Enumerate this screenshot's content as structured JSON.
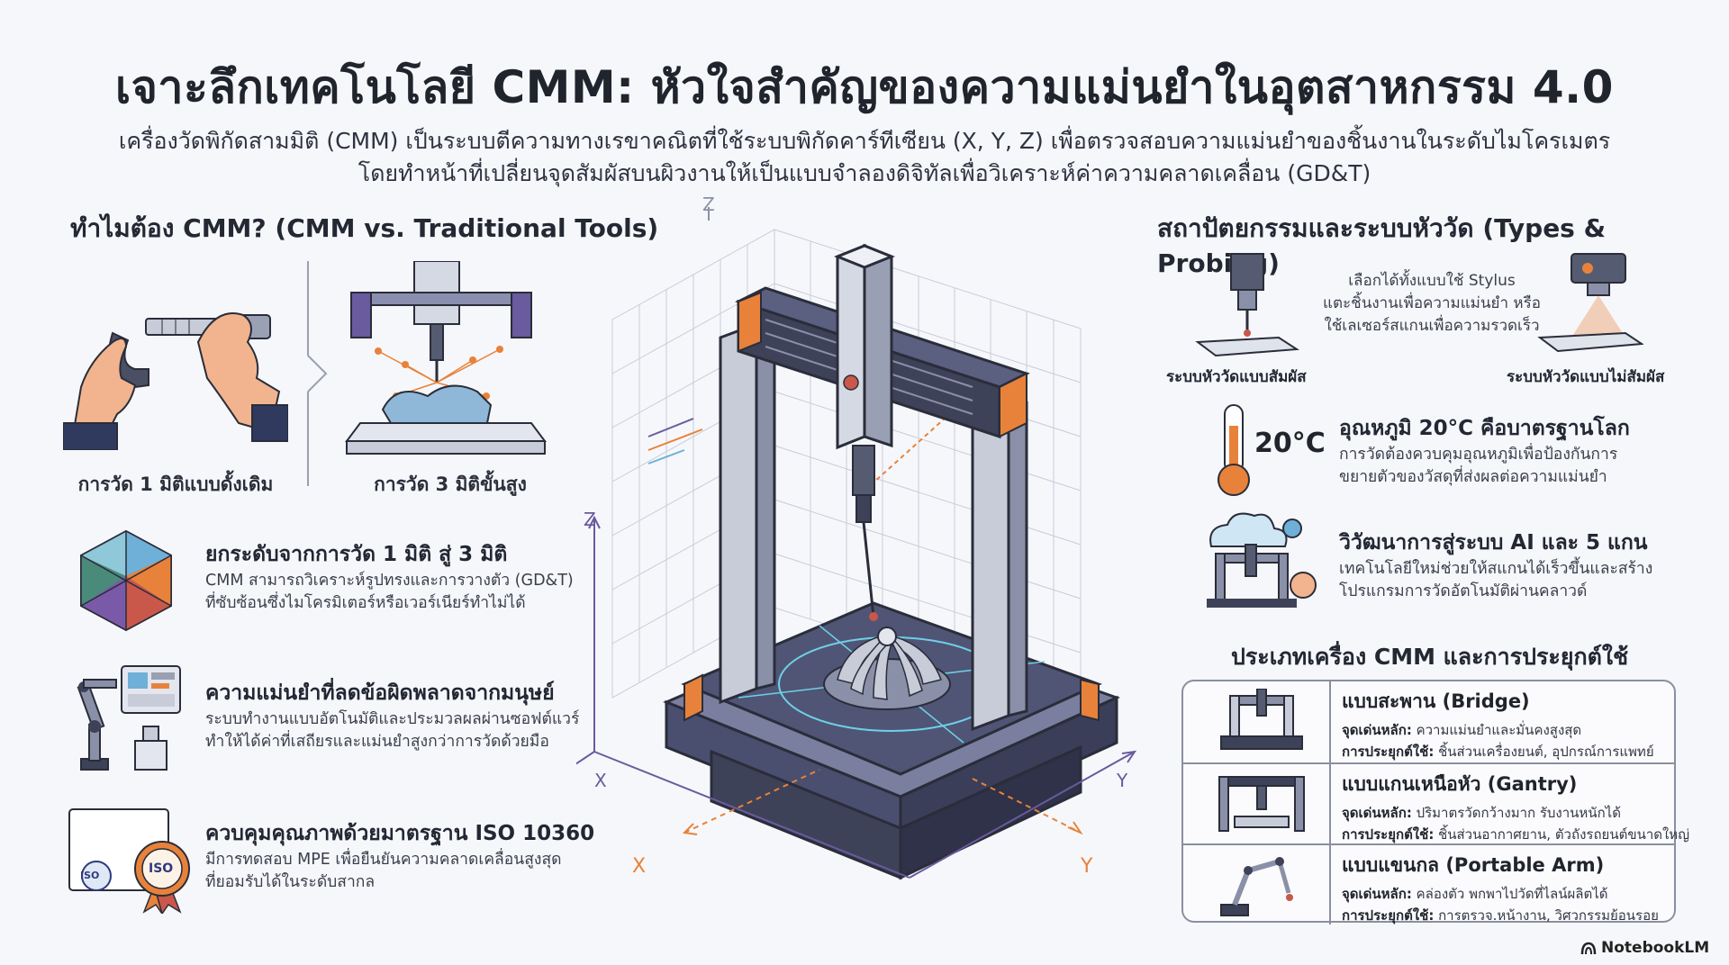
{
  "header": {
    "title": "เจาะลึกเทคโนโลยี CMM: หัวใจสำคัญของความแม่นยำในอุตสาหกรรม 4.0",
    "subtitle_line1": "เครื่องวัดพิกัดสามมิติ (CMM) เป็นระบบตีความทางเรขาคณิตที่ใช้ระบบพิกัดคาร์ทีเซียน (X, Y, Z) เพื่อตรวจสอบความแม่นยำของชิ้นงานในระดับไมโครเมตร",
    "subtitle_line2": "โดยทำหน้าที่เปลี่ยนจุดสัมผัสบนผิวงานให้เป็นแบบจำลองดิจิทัลเพื่อวิเคราะห์ค่าความคลาดเคลื่อน (GD&T)"
  },
  "left": {
    "heading": "ทำไมต้อง CMM? (CMM vs. Traditional Tools)",
    "compare": {
      "traditional_caption": "การวัด 1 มิติแบบดั้งเดิม",
      "advanced_caption": "การวัด 3 มิติขั้นสูง"
    },
    "items": [
      {
        "title": "ยกระดับจากการวัด 1 มิติ สู่ 3 มิติ",
        "desc1": "CMM สามารถวิเคราะห์รูปทรงและการวางตัว (GD&T)",
        "desc2": "ที่ซับซ้อนซึ่งไมโครมิเตอร์หรือเวอร์เนียร์ทำไม่ได้",
        "icon": "polyhedron-icon"
      },
      {
        "title": "ความแม่นยำที่ลดข้อผิดพลาดจากมนุษย์",
        "desc1": "ระบบทำงานแบบอัตโนมัติและประมวลผลผ่านซอฟต์แวร์",
        "desc2": "ทำให้ได้ค่าที่เสถียรและแม่นยำสูงกว่าการวัดด้วยมือ",
        "icon": "robot-arm-icon"
      },
      {
        "title": "ควบคุมคุณภาพด้วยมาตรฐาน ISO 10360",
        "desc1": "มีการทดสอบ MPE เพื่อยืนยันความคลาดเคลื่อนสูงสุด",
        "desc2": "ที่ยอมรับได้ในระดับสากล",
        "icon": "iso-badge-icon",
        "badge_text": "ISO"
      }
    ]
  },
  "center": {
    "axes": {
      "x": "X",
      "y": "Y",
      "z": "Z"
    }
  },
  "right": {
    "heading": "สถาปัตยกรรมและระบบหัววัด (Types & Probing)",
    "probing": {
      "note1": "เลือกได้ทั้งแบบใช้ Stylus",
      "note2": "แตะชิ้นงานเพื่อความแม่นยำ หรือ",
      "note3": "ใช้เลเซอร์สแกนเพื่อความรวดเร็ว",
      "contact_caption": "ระบบหัววัดแบบสัมผัส",
      "noncontact_caption": "ระบบหัววัดแบบไม่สัมผัส"
    },
    "temperature": {
      "value": "20°C",
      "title": "อุณหภูมิ 20°C คือบาตรฐานโลก",
      "desc1": "การวัดต้องควบคุมอุณหภูมิเพื่อป้องกันการ",
      "desc2": "ขยายตัวของวัสดุที่ส่งผลต่อความแม่นยำ"
    },
    "ai": {
      "title": "วิวัฒนาการสู่ระบบ AI และ 5 แกน",
      "desc1": "เทคโนโลยีใหม่ช่วยให้สแกนได้เร็วขึ้นและสร้าง",
      "desc2": "โปรแกรมการวัดอัตโนมัติผ่านคลาวด์"
    },
    "types_heading": "ประเภทเครื่อง CMM และการประยุกต์ใช้",
    "types": [
      {
        "name": "แบบสะพาน (Bridge)",
        "strength_label": "จุดเด่นหลัก:",
        "strength": "ความแม่นยำและมั่นคงสูงสุด",
        "use_label": "การประยุกต์ใช้:",
        "use": "ชิ้นส่วนเครื่องยนต์, อุปกรณ์การแพทย์"
      },
      {
        "name": "แบบแกนเหนือหัว (Gantry)",
        "strength_label": "จุดเด่นหลัก:",
        "strength": "ปริมาตรวัดกว้างมาก รับงานหนักได้",
        "use_label": "การประยุกต์ใช้:",
        "use": "ชิ้นส่วนอากาศยาน, ตัวถังรถยนต์ขนาดใหญ่"
      },
      {
        "name": "แบบแขนกล (Portable Arm)",
        "strength_label": "จุดเด่นหลัก:",
        "strength": "คล่องตัว พกพาไปวัดที่ไลน์ผลิตได้",
        "use_label": "การประยุกต์ใช้:",
        "use": "การตรวจ.หน้างาน, วิศวกรรมย้อนรอย"
      }
    ]
  },
  "footer": {
    "brand": "NotebookLM"
  },
  "colors": {
    "orange": "#e8823a",
    "purple": "#6a5a9e",
    "steel": "#8a90a8",
    "dark": "#3e4258"
  }
}
